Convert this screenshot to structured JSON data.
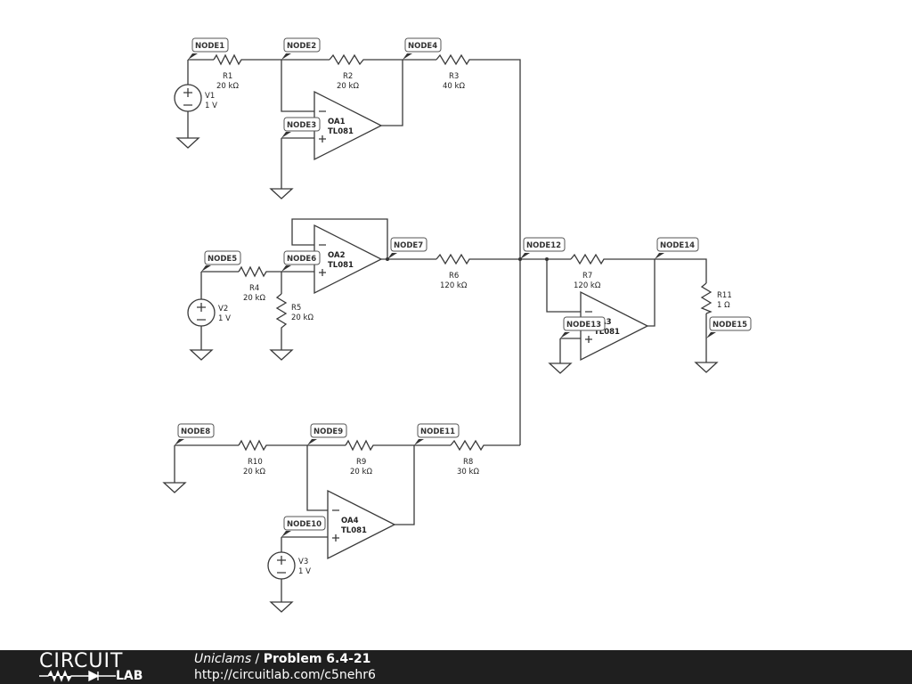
{
  "schematic": {
    "nodes": [
      "NODE1",
      "NODE2",
      "NODE3",
      "NODE4",
      "NODE5",
      "NODE6",
      "NODE7",
      "NODE8",
      "NODE9",
      "NODE10",
      "NODE11",
      "NODE12",
      "NODE13",
      "NODE14",
      "NODE15"
    ],
    "resistors": {
      "R1": {
        "name": "R1",
        "value": "20 kΩ"
      },
      "R2": {
        "name": "R2",
        "value": "20 kΩ"
      },
      "R3": {
        "name": "R3",
        "value": "40 kΩ"
      },
      "R4": {
        "name": "R4",
        "value": "20 kΩ"
      },
      "R5": {
        "name": "R5",
        "value": "20 kΩ"
      },
      "R6": {
        "name": "R6",
        "value": "120 kΩ"
      },
      "R7": {
        "name": "R7",
        "value": "120 kΩ"
      },
      "R8": {
        "name": "R8",
        "value": "30 kΩ"
      },
      "R9": {
        "name": "R9",
        "value": "20 kΩ"
      },
      "R10": {
        "name": "R10",
        "value": "20 kΩ"
      },
      "R11": {
        "name": "R11",
        "value": "1 Ω"
      }
    },
    "sources": {
      "V1": {
        "name": "V1",
        "value": "1 V"
      },
      "V2": {
        "name": "V2",
        "value": "1 V"
      },
      "V3": {
        "name": "V3",
        "value": "1 V"
      }
    },
    "opamps": {
      "OA1": {
        "name": "OA1",
        "model": "TL081"
      },
      "OA2": {
        "name": "OA2",
        "model": "TL081"
      },
      "OA3": {
        "name": "OA3",
        "model": "TL081"
      },
      "OA4": {
        "name": "OA4",
        "model": "TL081"
      }
    }
  },
  "footer": {
    "logo_top": "CIRCUIT",
    "logo_bottom": "LAB",
    "author": "Uniclams",
    "separator": " / ",
    "title": "Problem 6.4-21",
    "url": "http://circuitlab.com/c5nehr6"
  }
}
